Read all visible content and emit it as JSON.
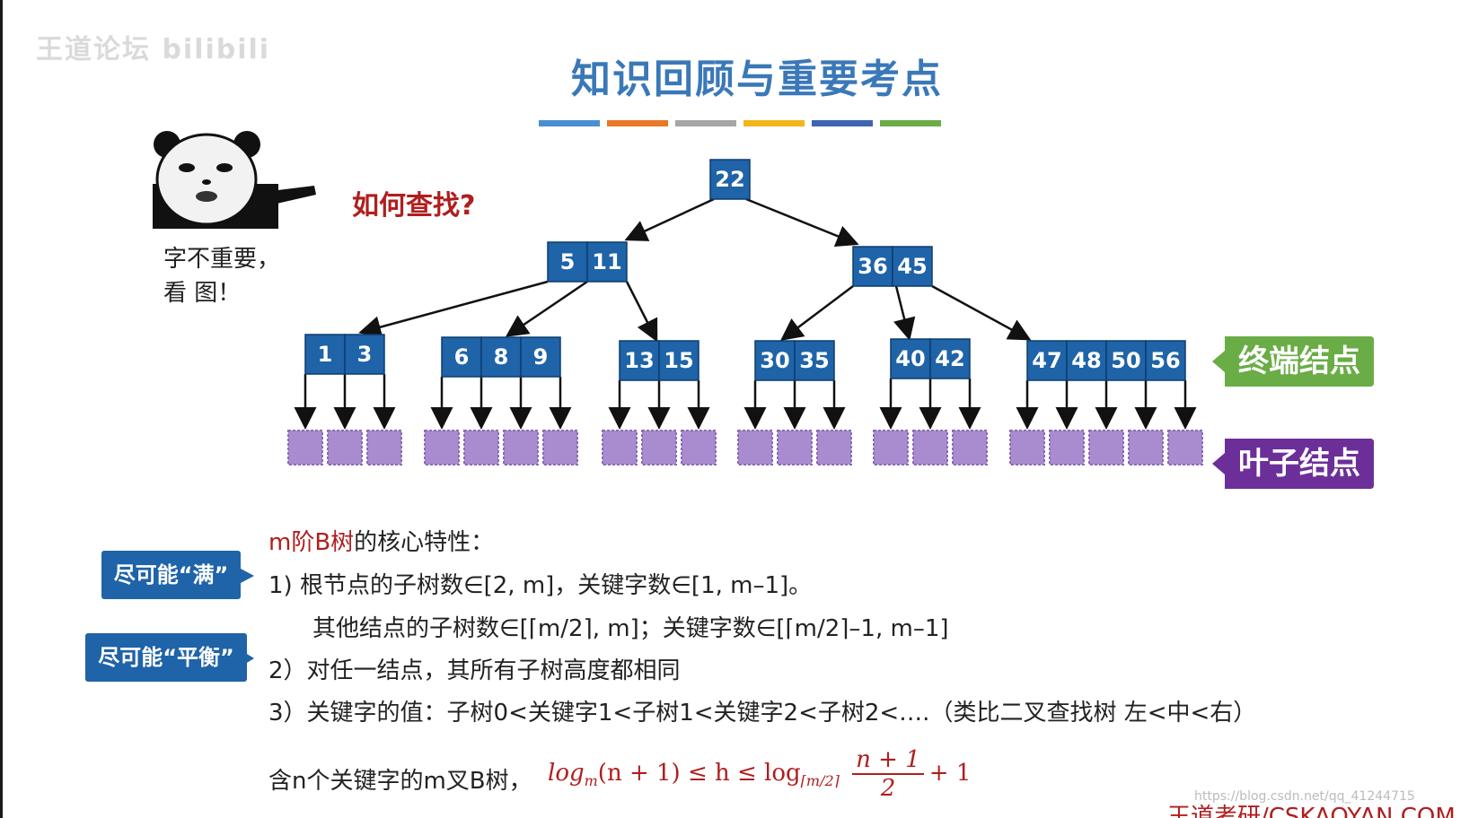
{
  "watermark": "王道论坛 bilibili",
  "title": "知识回顾与重要考点",
  "color_bars": [
    "#4a8fd4",
    "#e8782a",
    "#a6a6a6",
    "#f2b51b",
    "#3d65b0",
    "#6aac46"
  ],
  "meme": {
    "caption": "字不重要，\n看 图！",
    "question": "如何查找?"
  },
  "tree": {
    "root": [
      "22"
    ],
    "level2_left": [
      "5",
      "11"
    ],
    "level2_right": [
      "36",
      "45"
    ],
    "terminals": [
      [
        "1",
        "3"
      ],
      [
        "6",
        "8",
        "9"
      ],
      [
        "13",
        "15"
      ],
      [
        "30",
        "35"
      ],
      [
        "40",
        "42"
      ],
      [
        "47",
        "48",
        "50",
        "56"
      ]
    ],
    "node_color": "#1f63a8",
    "leaf_color": "#a98ccf"
  },
  "tags": {
    "terminal": "终端结点",
    "leaf": "叶子结点",
    "terminal_color": "#6aac46",
    "leaf_color": "#6c2f9a"
  },
  "properties": {
    "heading_red": "m阶B树",
    "heading_rest": "的核心特性：",
    "label_full": "尽可能“满”",
    "label_balance": "尽可能“平衡”",
    "p1a": "1)    根节点的子树数∈[2, m]，关键字数∈[1, m–1]。",
    "p1b": "其他结点的子树数∈[⌈m/2⌉, m]；关键字数∈[⌈m/2⌉–1, m–1]",
    "p2": "2）对任一结点，其所有子树高度都相同",
    "p3": "3）关键字的值：子树0<关键字1<子树1<关键字2<子树2<….（类比二叉查找树 左<中<右）"
  },
  "formula": {
    "prefix": "含n个关键字的m叉B树，",
    "left": "log",
    "left_sub": "m",
    "left_arg": "(n + 1) ≤ h ≤ log",
    "right_sub": "⌈m/2⌉",
    "frac_num": "n + 1",
    "frac_den": "2",
    "tail": "+ 1"
  },
  "brand": "王道考研/CSKAOYAN.COM",
  "url_watermark": "https://blog.csdn.net/qq_41244715"
}
